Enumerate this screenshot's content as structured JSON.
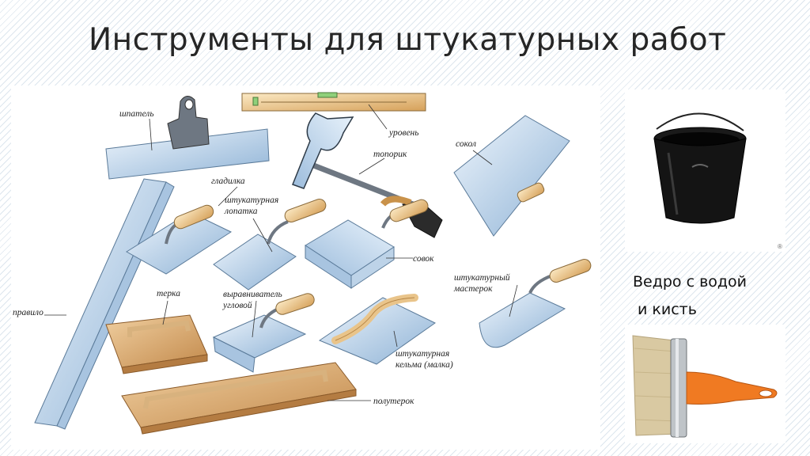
{
  "slide": {
    "title": "Инструменты для штукатурных работ",
    "caption_line1": "Ведро с водой",
    "caption_line2": "и кисть",
    "registered_mark": "®"
  },
  "tools": {
    "shpatel": "шпатель",
    "uroven": "уровень",
    "toporik": "топорик",
    "sokol": "сокол",
    "gladilka": "гладилка",
    "lopatka_line1": "штукатурная",
    "lopatka_line2": "лопатка",
    "sovok": "совок",
    "pravilo": "правило",
    "terka": "терка",
    "vyravnivatel_line1": "выравниватель",
    "vyravnivatel_line2": "угловой",
    "kelma_line1": "штукатурная",
    "kelma_line2": "кельма (малка)",
    "master_line1": "штукатурный",
    "master_line2": "мастерок",
    "poluterok": "полутерок"
  },
  "colors": {
    "steel_light": "#dbe9f6",
    "steel_dark": "#8fb3d6",
    "wood_light": "#f6dfb0",
    "wood_dark": "#c9924a",
    "float_wood": "#d9a873",
    "bucket": "#111111",
    "brush_handle": "#f07a22",
    "bristle": "#d9c9a2"
  }
}
